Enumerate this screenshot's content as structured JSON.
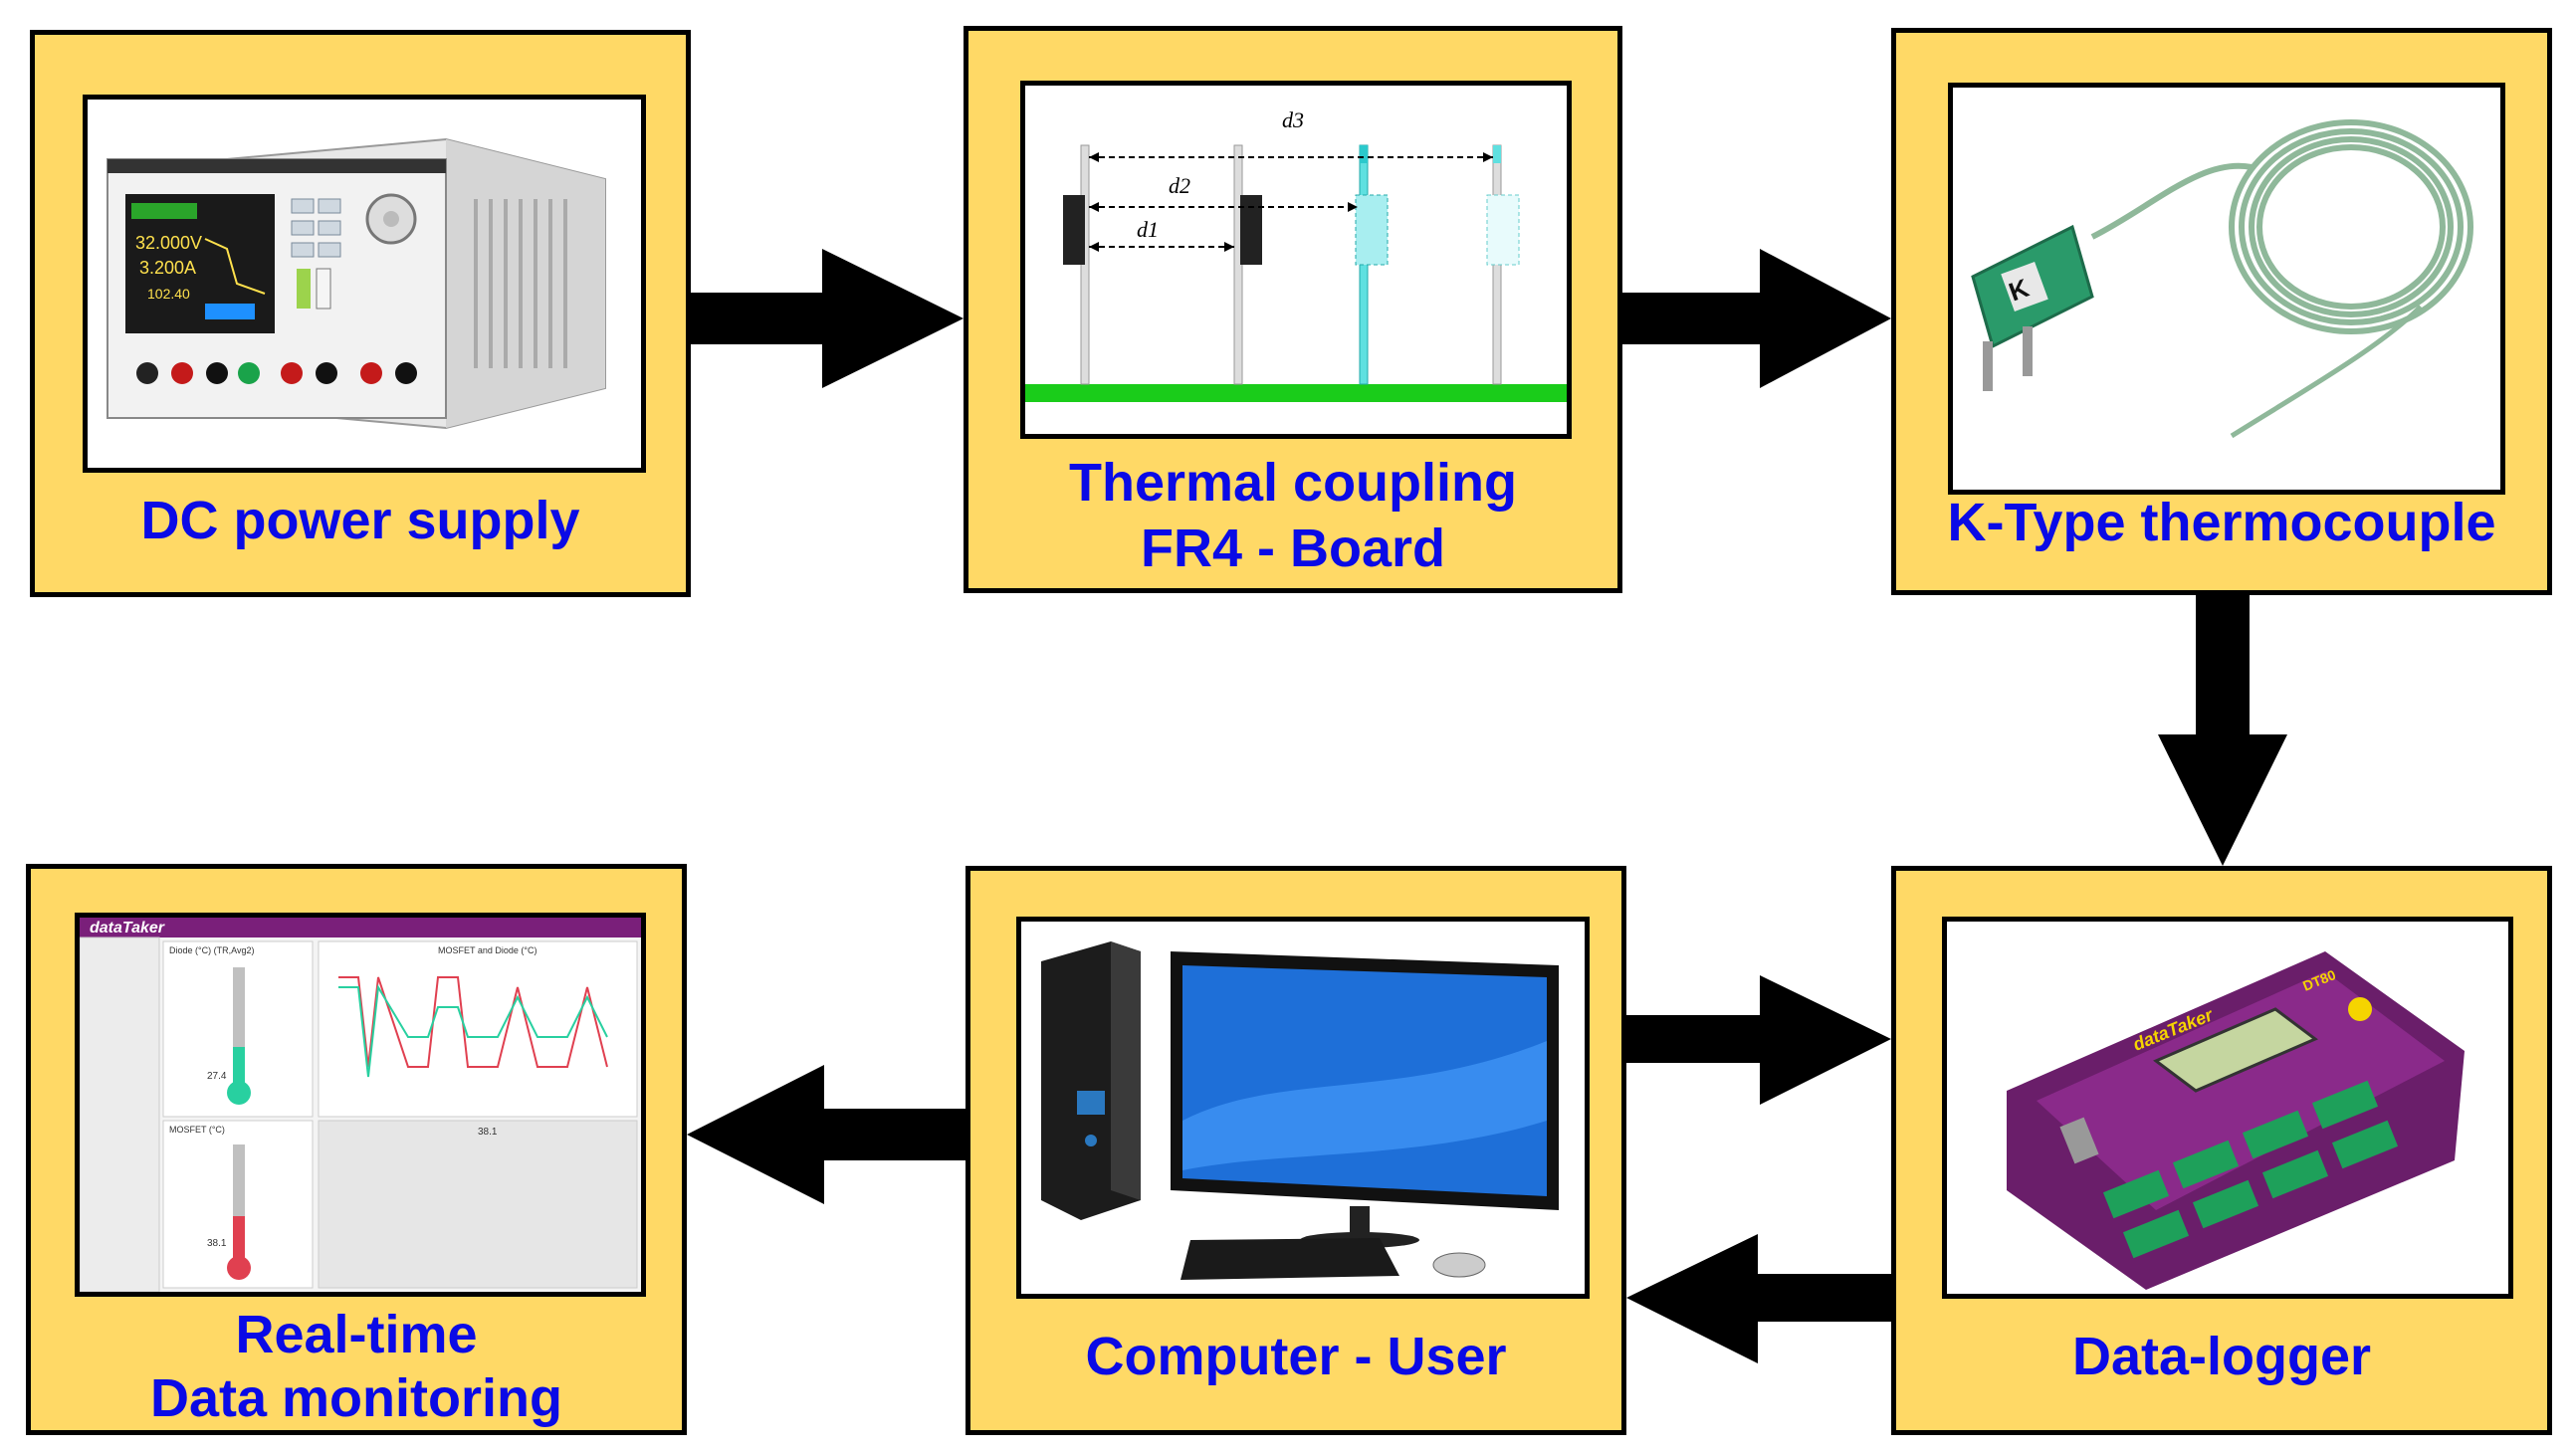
{
  "blocks": {
    "dc_power": {
      "label": "DC power supply",
      "readout_v": "32.000V",
      "readout_a": "3.200A",
      "readout_w": "102.40"
    },
    "thermal": {
      "label1": "Thermal coupling",
      "label2": "FR4 - Board",
      "d1": "d1",
      "d2": "d2",
      "d3": "d3"
    },
    "thermocouple": {
      "label": "K-Type thermocouple",
      "plug_letter": "K"
    },
    "datalogger": {
      "label": "Data-logger",
      "brand": "dataTaker",
      "model": "DT80"
    },
    "computer": {
      "label": "Computer - User"
    },
    "monitoring": {
      "label1": "Real-time",
      "label2": "Data monitoring",
      "brand": "dataTaker",
      "panel1_title": "Diode (°C) (TR,Avg2)",
      "panel1_value": "27.4",
      "panel2_title": "MOSFET (°C)",
      "panel2_value": "38.1",
      "chart_title": "MOSFET and Diode (°C)",
      "table_value": "38.1"
    }
  },
  "colors": {
    "box_fill": "#FFD966",
    "label_text": "#0A0AE6",
    "arrow": "#000000",
    "board_green": "#1ACC1A"
  }
}
